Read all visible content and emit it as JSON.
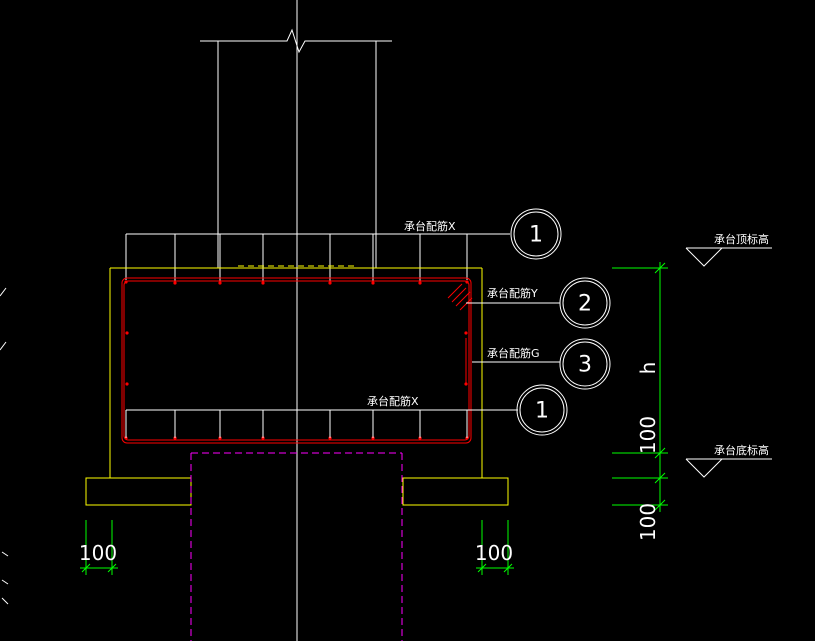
{
  "labels": {
    "rebar_x_top": "承台配筋X",
    "rebar_y": "承台配筋Y",
    "rebar_g": "承台配筋G",
    "rebar_x_bottom": "承台配筋X",
    "elev_top": "承台顶标高",
    "elev_bottom": "承台底标高"
  },
  "bubbles": {
    "b1_top": "1",
    "b2": "2",
    "b3": "3",
    "b1_bottom": "1"
  },
  "dimensions": {
    "height": "h",
    "right_100_upper": "100",
    "right_100_lower": "100",
    "bottom_left_100": "100",
    "bottom_right_100": "100"
  },
  "colors": {
    "background": "#000000",
    "lines": "#ffffff",
    "cap_outline": "#ffff00",
    "rebar": "#ff0000",
    "pile": "#ff00ff",
    "dimension": "#00ff00",
    "hatch": "#ff0000"
  }
}
